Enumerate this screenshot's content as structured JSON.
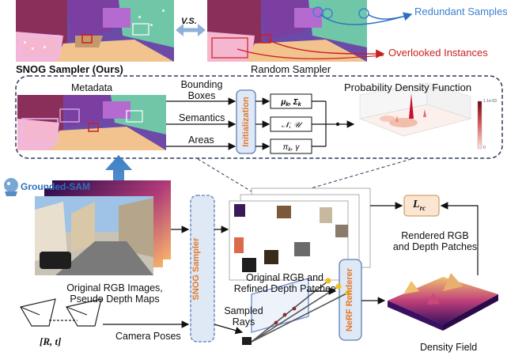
{
  "top": {
    "left_caption": "SNOG Sampler (Ours)",
    "vs": "V.S.",
    "right_caption": "Random Sampler",
    "redundant": "Redundant Samples",
    "overlooked": "Overlooked Instances"
  },
  "panel": {
    "metadata": "Metadata",
    "bbox_line1": "Bounding",
    "bbox_line2": "Boxes",
    "semantics": "Semantics",
    "areas": "Areas",
    "init": "Initialization",
    "pdf_title": "Probability Density Function",
    "colorbar_top": "1.1e-03",
    "colorbar_bottom": "0"
  },
  "grounded_sam": "Grounded-SAM",
  "bottom": {
    "rgb_cap1": "Original RGB Images,",
    "rgb_cap2": "Pseudo Depth Maps",
    "snog": "SNOG Sampler",
    "patches_cap1": "Original RGB and",
    "patches_cap2": "Refined Depth Patches",
    "loss": "L",
    "loss_sub": "rc",
    "rendered1": "Rendered RGB",
    "rendered2": "and Depth Patches",
    "nerf": "NeRF Renderer",
    "sampled1": "Sampled",
    "sampled2": "Rays",
    "camera": "Camera Poses",
    "rt": "[R, t]",
    "density": "Density Field"
  },
  "colors": {
    "accent_orange": "#e07a2f",
    "blue_arrow": "#4a86c6",
    "red_arrow": "#cc1f1f",
    "box_fill": "#dfe8f5",
    "panel_border": "#2b3a5a",
    "redundant_text": "#3b82d0",
    "overlooked_text": "#cc1f1f"
  }
}
